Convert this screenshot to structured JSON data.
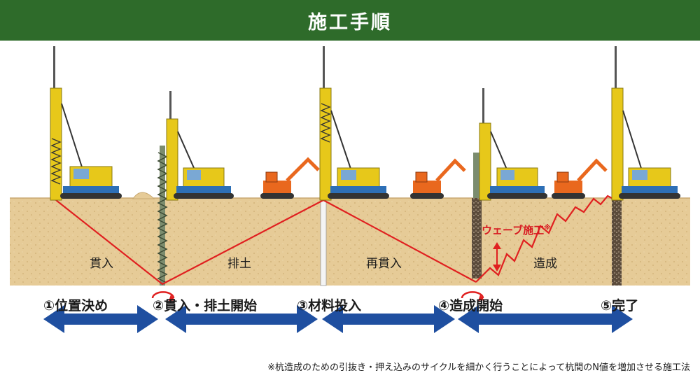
{
  "title": "施工手順",
  "wave_label": "ウェーブ施工",
  "wave_mark": "※",
  "phases": [
    {
      "label": "貫入"
    },
    {
      "label": "排土"
    },
    {
      "label": "再貫入"
    },
    {
      "label": "造成"
    }
  ],
  "stages": [
    {
      "label": "①位置決め"
    },
    {
      "label": "②貫入・排土開始"
    },
    {
      "label": "③材料投入"
    },
    {
      "label": "④造成開始"
    },
    {
      "label": "⑤完了"
    }
  ],
  "footnote": "※杭造成のための引抜き・押え込みのサイクルを細かく行うことによって杭間のN値を増加させる施工法",
  "colors": {
    "title_bg": "#2e6b2a",
    "ground": "#e8cf9c",
    "arrow": "#1f4fa0",
    "red_line": "#e02020",
    "machine_yellow": "#e7c81a",
    "machine_blue": "#2d6fb6",
    "excavator_orange": "#e9681e"
  }
}
